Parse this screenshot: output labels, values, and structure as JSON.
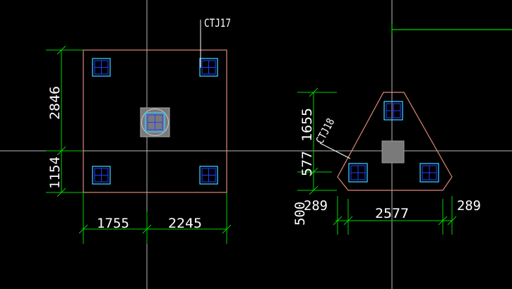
{
  "colors": {
    "background": "#000000",
    "crosshair": "#b8b8b8",
    "cap_outline": "#e08878",
    "dimension": "#00d200",
    "pile_outer": "#33ccff",
    "pile_inner": "#2a3cff",
    "leader": "#ffffff",
    "text": "#ffffff",
    "column_fill": "#7a7a7a"
  },
  "labels": {
    "cap_left": "CTJ17",
    "cap_right": "CTJ18"
  },
  "dimensions": {
    "left_height_top": "2846",
    "left_height_bottom": "1154",
    "left_width_left": "1755",
    "left_width_right": "2245",
    "right_height_top": "1655",
    "right_height_bottom": "577",
    "right_side_left": "289",
    "right_middle": "2577",
    "right_side_right": "289",
    "right_offset": "500"
  }
}
